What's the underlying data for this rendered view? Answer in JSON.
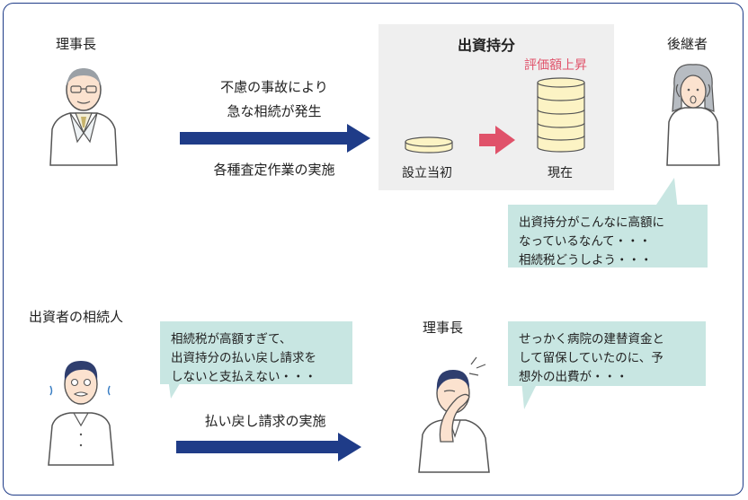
{
  "colors": {
    "frame": "#1f3c88",
    "arrow_navy": "#1f3c88",
    "arrow_pink": "#e0526a",
    "bubble": "#c8e6e2",
    "panel": "#efefef",
    "accent_text": "#e0526a",
    "coin_fill": "#fcf3c4"
  },
  "top": {
    "director_label": "理事長",
    "accident_line1": "不慮の事故により",
    "accident_line2": "急な相続が発生",
    "assessment": "各種査定作業の実施",
    "panel": {
      "title": "出資持分",
      "valuation_rise": "評価額上昇",
      "at_founding": "設立当初",
      "current": "現在"
    },
    "successor_label": "後継者",
    "successor_bubble": [
      "出資持分がこんなに高額に",
      "なっているなんて・・・",
      "相続税どうしよう・・・"
    ]
  },
  "bottom": {
    "heir_label": "出資者の相続人",
    "heir_bubble": [
      "相続税が高額すぎて、",
      "出資持分の払い戻し請求を",
      "しないと支払えない・・・"
    ],
    "refund_action": "払い戻し請求の実施",
    "director_label": "理事長",
    "director_bubble": [
      "せっかく病院の建替資金と",
      "して留保していたのに、予",
      "想外の出費が・・・"
    ]
  }
}
